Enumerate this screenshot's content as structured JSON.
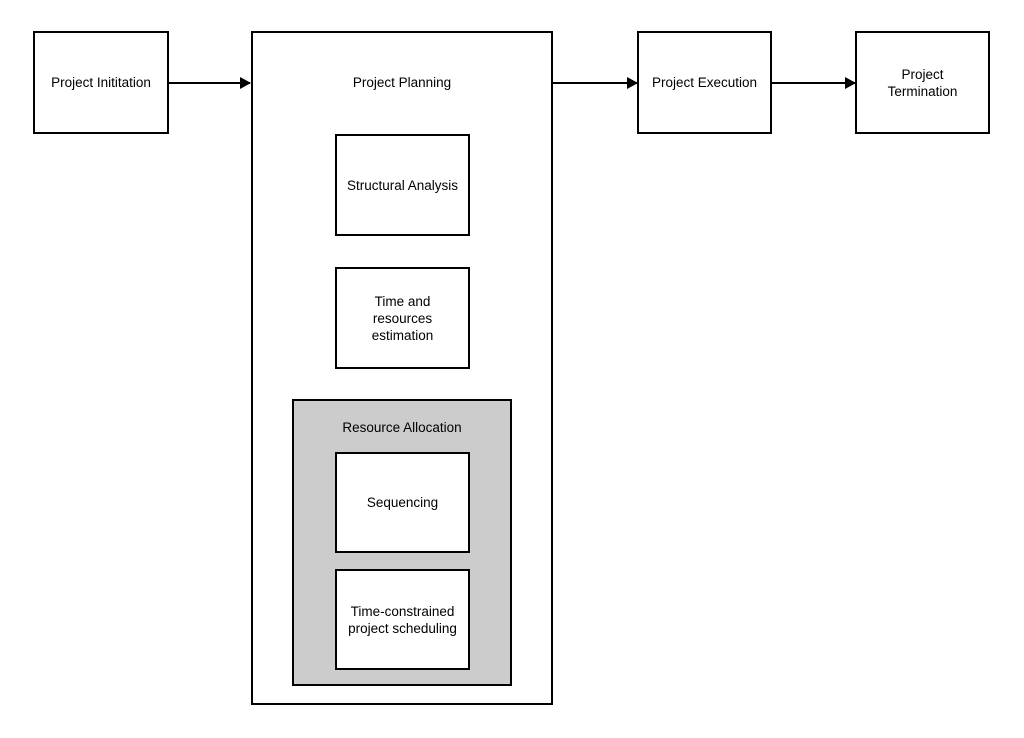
{
  "diagram": {
    "nodes": {
      "initiation": {
        "label": "Project Inititation"
      },
      "planning": {
        "label": "Project Planning"
      },
      "execution": {
        "label": "Project Execution"
      },
      "termination": {
        "label": "Project\nTermination"
      },
      "structural": {
        "label": "Structural Analysis"
      },
      "estimation": {
        "label": "Time and\nresources\nestimation"
      },
      "resource_allocation": {
        "label": "Resource Allocation"
      },
      "sequencing": {
        "label": "Sequencing"
      },
      "scheduling": {
        "label": "Time-constrained\nproject scheduling"
      }
    },
    "colors": {
      "stroke": "#000000",
      "node_fill": "#ffffff",
      "group_fill": "#cccccc",
      "background": "#ffffff",
      "text": "#000000"
    }
  }
}
